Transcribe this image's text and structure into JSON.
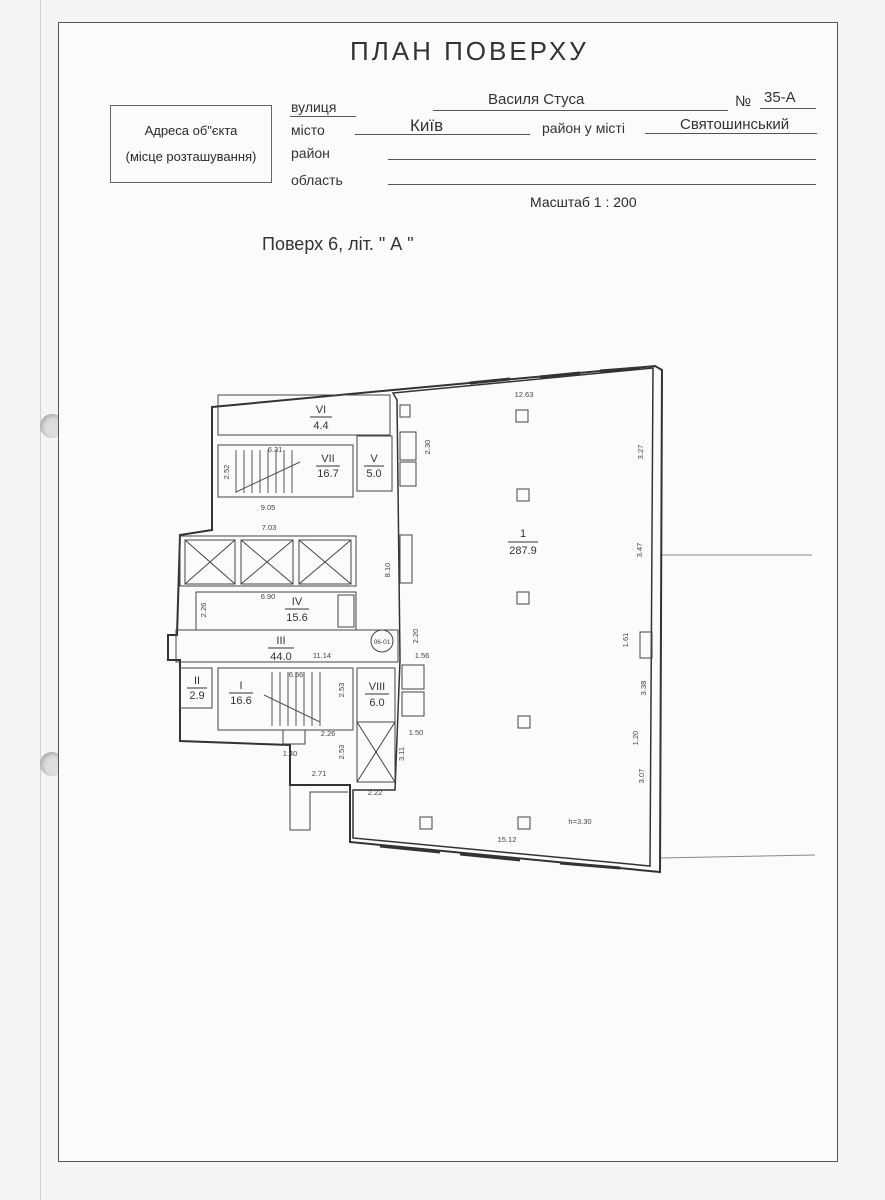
{
  "title": "ПЛАН ПОВЕРХУ",
  "address_box": {
    "line1": "Адреса об\"єкта",
    "line2": "(місце розташування)"
  },
  "fields": {
    "street_label": "вулиця",
    "street_value": "Василя Стуса",
    "number_label": "№",
    "number_value": "35-А",
    "city_label": "місто",
    "city_value": "Київ",
    "district_city_label": "район у місті",
    "district_city_value": "Святошинський",
    "district_label": "район",
    "region_label": "область"
  },
  "scale": "Масштаб 1 : 200",
  "floor_label": "Поверх 6, літ. \"  А  \"",
  "rooms": [
    {
      "id": "VI",
      "area": "4.4"
    },
    {
      "id": "VII",
      "area": "16.7"
    },
    {
      "id": "V",
      "area": "5.0"
    },
    {
      "id": "1",
      "area": "287.9"
    },
    {
      "id": "IV",
      "area": "15.6"
    },
    {
      "id": "III",
      "area": "44.0"
    },
    {
      "id": "II",
      "area": "2.9"
    },
    {
      "id": "I",
      "area": "16.6"
    },
    {
      "id": "VIII",
      "area": "6.0"
    }
  ],
  "dimensions": {
    "d1263": "12.63",
    "d230": "2.30",
    "d327": "3.27",
    "d631": "6.31",
    "d252": "2.52",
    "d905": "9.05",
    "d703": "7.03",
    "d810": "8.10",
    "d347": "3.47",
    "d690": "6.90",
    "d226": "2.26",
    "d220": "2.20",
    "d1114": "11.14",
    "d156": "1.56",
    "d161": "1.61",
    "d656": "6.56",
    "d253a": "2.53",
    "d338": "3.38",
    "d226b": "2.26",
    "d150": "1.50",
    "d120": "1.20",
    "d140": "1.40",
    "d253b": "2.53",
    "d311": "3.11",
    "d307": "3.07",
    "d271": "2.71",
    "d222": "2.22",
    "d1512": "15.12",
    "height": "h=3.30"
  },
  "marker": "06-01"
}
